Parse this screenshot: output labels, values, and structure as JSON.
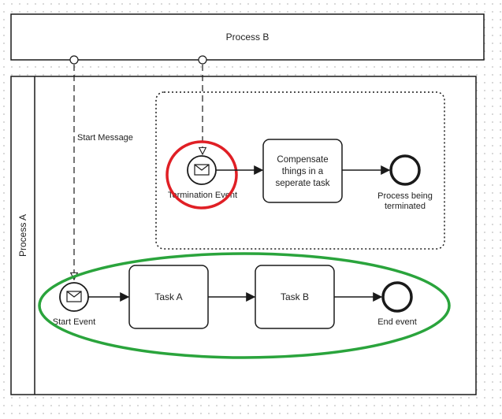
{
  "pools": {
    "process_b": {
      "label": "Process B"
    },
    "process_a": {
      "label": "Process A"
    }
  },
  "flows": {
    "start_message": "Start Message"
  },
  "events": {
    "termination_event": "Termination Event",
    "process_being_terminated": [
      "Process being",
      "terminated"
    ],
    "start_event": "Start Event",
    "end_event": "End event"
  },
  "tasks": {
    "compensate": [
      "Compensate",
      "things in a",
      "seperate task"
    ],
    "task_a": "Task A",
    "task_b": "Task B"
  },
  "colors": {
    "stroke": "#1a1a1a",
    "highlight_red": "#e01f25",
    "highlight_green": "#2aa43c"
  }
}
